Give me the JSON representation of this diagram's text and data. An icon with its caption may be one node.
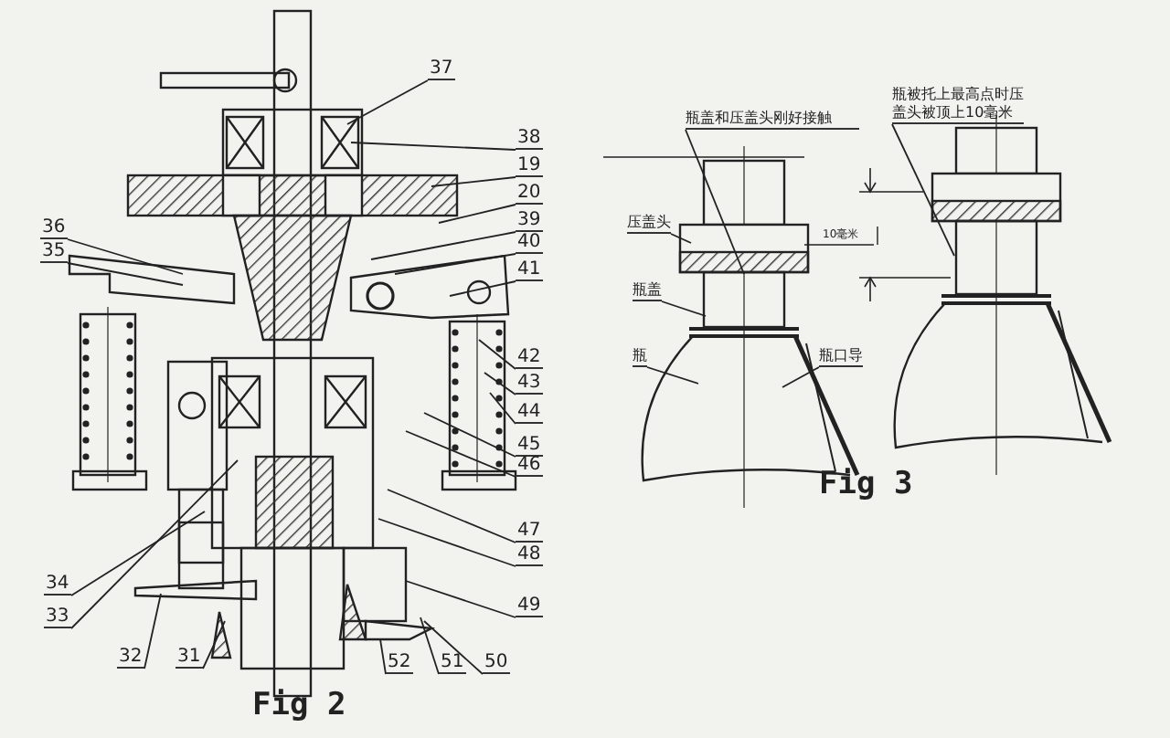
{
  "diagram": {
    "nodes": [
      {
        "text": [
          "37"
        ]
      },
      {
        "text": [
          "38"
        ]
      },
      {
        "text": [
          "19"
        ]
      },
      {
        "text": [
          "20"
        ]
      },
      {
        "text": [
          "39"
        ]
      },
      {
        "text": [
          "40"
        ]
      },
      {
        "text": [
          "41"
        ]
      },
      {
        "text": [
          "42"
        ]
      },
      {
        "text": [
          "43"
        ]
      },
      {
        "text": [
          "44"
        ]
      },
      {
        "text": [
          "45"
        ]
      },
      {
        "text": [
          "46"
        ]
      },
      {
        "text": [
          "47"
        ]
      },
      {
        "text": [
          "48"
        ]
      },
      {
        "text": [
          "49"
        ]
      },
      {
        "text": [
          "50"
        ]
      },
      {
        "text": [
          "51"
        ]
      },
      {
        "text": [
          "52"
        ]
      },
      {
        "text": [
          "36"
        ]
      },
      {
        "text": [
          "35"
        ]
      },
      {
        "text": [
          "34"
        ]
      },
      {
        "text": [
          "33"
        ]
      },
      {
        "text": [
          "32"
        ]
      },
      {
        "text": [
          "31"
        ]
      },
      {
        "text": [
          "瓶盖和压盖头刚好接触"
        ]
      },
      {
        "text": [
          "瓶被托上最高点时压盖头被顶上10毫米"
        ]
      },
      {
        "text": [
          "压盖头"
        ]
      },
      {
        "text": [
          "瓶盖"
        ]
      },
      {
        "text": [
          "瓶"
        ]
      },
      {
        "text": [
          "瓶口导"
        ]
      }
    ],
    "edges": [
      {
        "from": 0,
        "to": null,
        "arrow": "none"
      },
      {
        "from": 1,
        "to": null,
        "arrow": "none"
      },
      {
        "from": 2,
        "to": null,
        "arrow": "none"
      },
      {
        "from": 3,
        "to": null,
        "arrow": "none"
      },
      {
        "from": 4,
        "to": null,
        "arrow": "none"
      },
      {
        "from": 5,
        "to": null,
        "arrow": "none"
      },
      {
        "from": 6,
        "to": null,
        "arrow": "none"
      },
      {
        "from": 7,
        "to": null,
        "arrow": "none"
      },
      {
        "from": 8,
        "to": null,
        "arrow": "none"
      },
      {
        "from": 9,
        "to": null,
        "arrow": "none"
      },
      {
        "from": 10,
        "to": null,
        "arrow": "none"
      },
      {
        "from": 11,
        "to": null,
        "arrow": "none"
      },
      {
        "from": 12,
        "to": null,
        "arrow": "none"
      },
      {
        "from": 13,
        "to": null,
        "arrow": "none"
      },
      {
        "from": 14,
        "to": null,
        "arrow": "none"
      },
      {
        "from": 15,
        "to": null,
        "arrow": "none"
      },
      {
        "from": 16,
        "to": null,
        "arrow": "none"
      },
      {
        "from": 17,
        "to": null,
        "arrow": "none"
      },
      {
        "from": 18,
        "to": null,
        "arrow": "none"
      },
      {
        "from": 19,
        "to": null,
        "arrow": "none"
      },
      {
        "from": 20,
        "to": null,
        "arrow": "none"
      },
      {
        "from": 21,
        "to": null,
        "arrow": "none"
      },
      {
        "from": 22,
        "to": null,
        "arrow": "none"
      },
      {
        "from": 23,
        "to": null,
        "arrow": "none"
      },
      {
        "from": 24,
        "to": null,
        "arrow": "none"
      },
      {
        "from": 25,
        "to": null,
        "arrow": "none"
      },
      {
        "from": 26,
        "to": null,
        "arrow": "none"
      },
      {
        "from": 27,
        "to": null,
        "arrow": "none"
      },
      {
        "from": 28,
        "to": null,
        "arrow": "none"
      },
      {
        "from": 29,
        "to": null,
        "arrow": "none"
      }
    ],
    "labels": [
      "10毫米",
      "Fig 2",
      "Fig 3"
    ]
  }
}
